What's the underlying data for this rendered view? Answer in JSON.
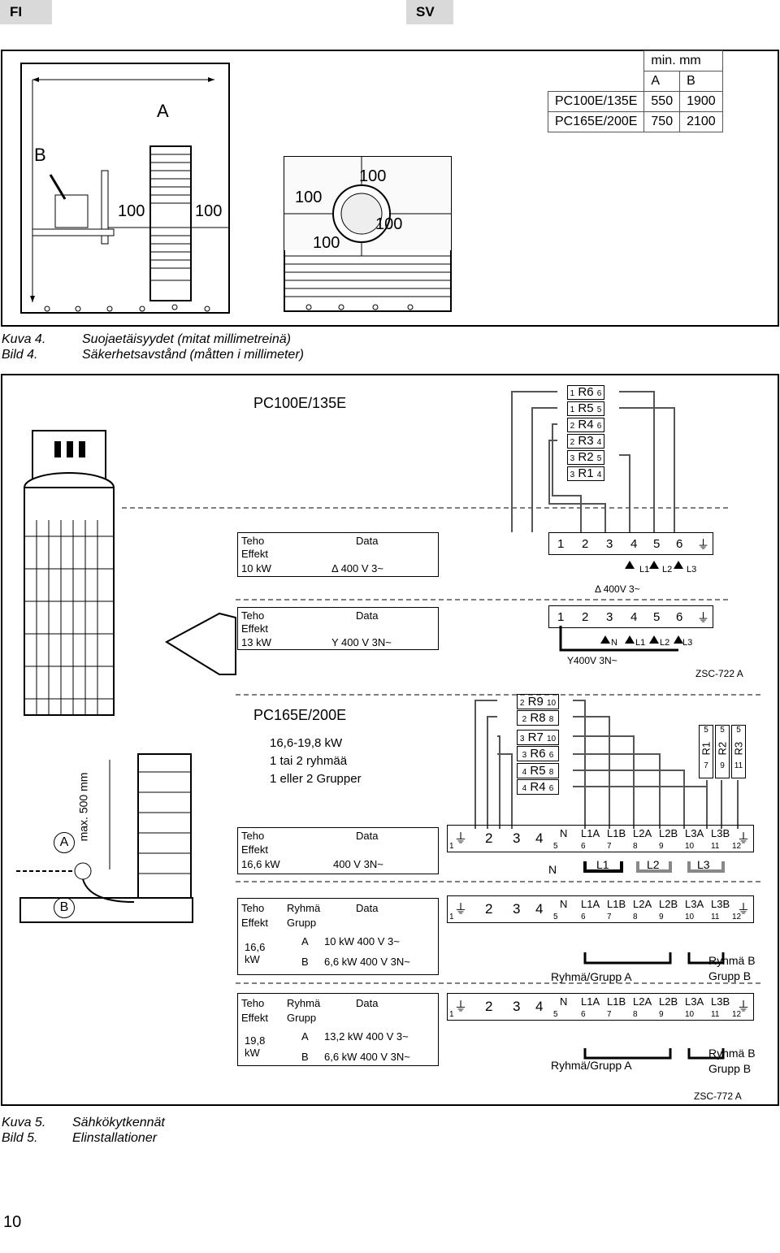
{
  "header": {
    "lang_fi": "FI",
    "lang_sv": "SV"
  },
  "fig4": {
    "dims": {
      "a": "A",
      "b": "B",
      "c100_1": "100",
      "c100_2": "100",
      "t100_1": "100",
      "t100_2": "100",
      "t100_3": "100",
      "t100_4": "100"
    },
    "table": {
      "header": "min. mm",
      "cols": [
        "A",
        "B"
      ],
      "rows": [
        {
          "model": "PC100E/135E",
          "a": "550",
          "b": "1900"
        },
        {
          "model": "PC165E/200E",
          "a": "750",
          "b": "2100"
        }
      ]
    },
    "caption_fi_label": "Kuva 4.",
    "caption_sv_label": "Bild 4.",
    "caption_fi": "Suojaetäisyydet (mitat millimetreinä)",
    "caption_sv": "Säkerhetsavstånd (måtten i millimeter)"
  },
  "fig5": {
    "title1": "PC100E/135E",
    "r_rows": [
      {
        "l": "1",
        "name": "R6",
        "r": "6"
      },
      {
        "l": "1",
        "name": "R5",
        "r": "5"
      },
      {
        "l": "2",
        "name": "R4",
        "r": "6"
      },
      {
        "l": "2",
        "name": "R3",
        "r": "4"
      },
      {
        "l": "3",
        "name": "R2",
        "r": "5"
      },
      {
        "l": "3",
        "name": "R1",
        "r": "4"
      }
    ],
    "block1": {
      "teho": "Teho",
      "effekt": "Effekt",
      "data": "Data",
      "power": "10 kW",
      "spec": "Δ  400 V 3~"
    },
    "block2": {
      "teho": "Teho",
      "effekt": "Effekt",
      "data": "Data",
      "power": "13 kW",
      "spec": "Y  400 V 3N~"
    },
    "terms6": [
      "1",
      "2",
      "3",
      "4",
      "5",
      "6"
    ],
    "delta_lines": [
      "L1",
      "L2",
      "L3"
    ],
    "delta_label": "Δ 400V 3~",
    "star_lines": [
      "N",
      "L1",
      "L2",
      "L3"
    ],
    "star_label": "Y400V 3N~",
    "code1": "ZSC-722 A",
    "title2": "PC165E/200E",
    "sub_lines": [
      "16,6-19,8 kW",
      "1 tai 2 ryhmää",
      "1 eller 2 Grupper"
    ],
    "r2_rows": [
      {
        "l": "2",
        "name": "R9",
        "r": "10"
      },
      {
        "l": "2",
        "name": "R8",
        "r": "8"
      },
      {
        "l": "3",
        "name": "R7",
        "r": "10"
      },
      {
        "l": "3",
        "name": "R6",
        "r": "6"
      },
      {
        "l": "4",
        "name": "R5",
        "r": "8"
      },
      {
        "l": "4",
        "name": "R4",
        "r": "6"
      }
    ],
    "rv": [
      {
        "top": "5",
        "name": "R1",
        "bot": "7"
      },
      {
        "top": "5",
        "name": "R2",
        "bot": "9"
      },
      {
        "top": "5",
        "name": "R3",
        "bot": "11"
      }
    ],
    "block3": {
      "teho": "Teho",
      "effekt": "Effekt",
      "data": "Data",
      "power": "16,6 kW",
      "spec": "400 V 3N~"
    },
    "terms12_big": [
      "2",
      "3",
      "4",
      "N",
      "L1A",
      "L1B",
      "L2A",
      "L2B",
      "L3A",
      "L3B"
    ],
    "terms12_small": [
      "1",
      "5",
      "6",
      "7",
      "8",
      "9",
      "10",
      "11",
      "12"
    ],
    "lines3": [
      "N",
      "L1",
      "L2",
      "L3"
    ],
    "block4": {
      "teho": "Teho",
      "effekt": "Effekt",
      "ryhma": "Ryhmä",
      "grupp": "Grupp",
      "data": "Data",
      "power": "16,6 kW",
      "a": "A",
      "a_spec": "10 kW 400 V 3~",
      "b": "B",
      "b_spec": "6,6 kW 400 V 3N~"
    },
    "block5": {
      "teho": "Teho",
      "effekt": "Effekt",
      "ryhma": "Ryhmä",
      "grupp": "Grupp",
      "data": "Data",
      "power": "19,8 kW",
      "a": "A",
      "a_spec": "13,2 kW 400 V 3~",
      "b": "B",
      "b_spec": "6,6 kW 400 V 3N~"
    },
    "group_a": "Ryhmä/Grupp A",
    "group_b1": "Ryhmä B",
    "group_b2": "Grupp B",
    "side_a": "A",
    "side_b": "B",
    "max_label": "max. 500 mm",
    "code2": "ZSC-772 A",
    "caption_fi_label": "Kuva 5.",
    "caption_sv_label": "Bild 5.",
    "caption_fi": "Sähkökytkennät",
    "caption_sv": "Elinstallationer"
  },
  "page_number": "10"
}
